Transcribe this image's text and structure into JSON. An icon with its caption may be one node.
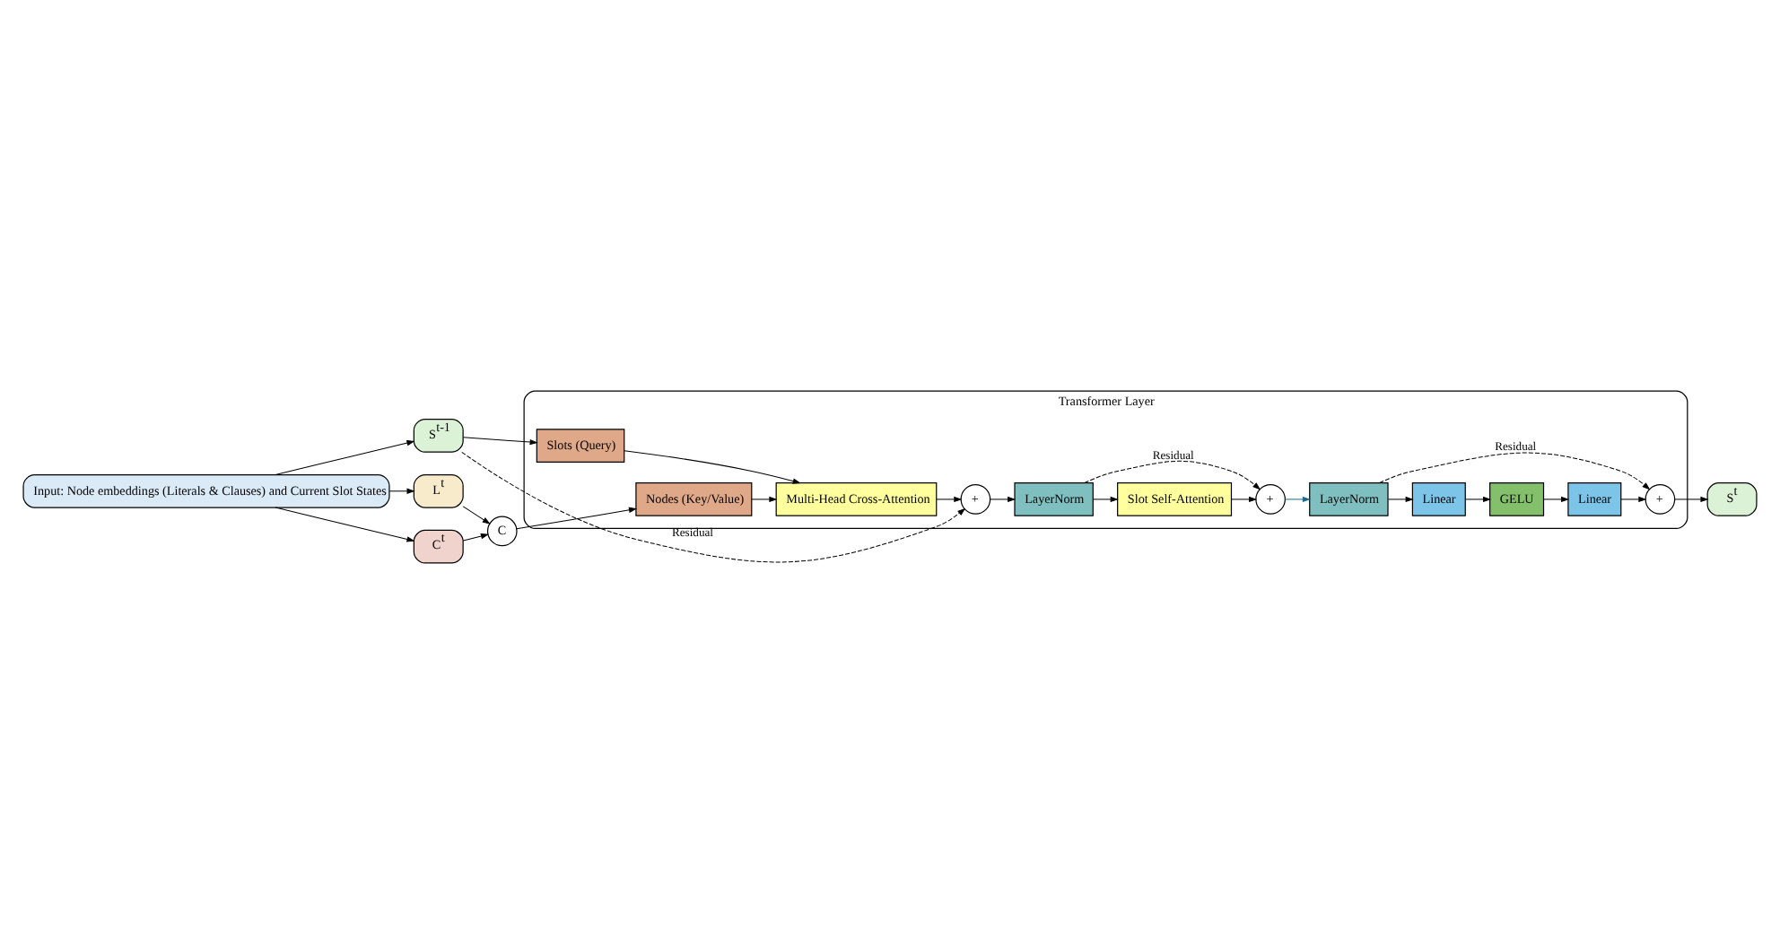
{
  "diagram": {
    "nodes": [
      {
        "text": [
          "Input: Node embeddings (Literals & Clauses) and Current Slot States"
        ]
      },
      {
        "text": [
          "S$^{t-1}$"
        ]
      },
      {
        "text": [
          "L$^{t}$"
        ]
      },
      {
        "text": [
          "C$^{t}$"
        ]
      },
      {
        "text": [
          "Transformer Layer"
        ]
      },
      {
        "text": [
          "Slots (Query)"
        ],
        "in": 4
      },
      {
        "text": [
          "C"
        ]
      },
      {
        "text": [
          "Nodes (Key/Value)"
        ],
        "in": 4
      },
      {
        "text": [
          "Multi-Head Cross-Attention"
        ],
        "in": 4
      },
      {
        "text": [
          "+"
        ],
        "in": 4
      },
      {
        "text": [
          "LayerNorm"
        ],
        "in": 4
      },
      {
        "text": [
          "Slot Self-Attention"
        ],
        "in": 4
      },
      {
        "text": [
          "+"
        ],
        "in": 4
      },
      {
        "text": [
          "LayerNorm"
        ],
        "in": 4
      },
      {
        "text": [
          "Linear"
        ],
        "in": 4
      },
      {
        "text": [
          "GELU"
        ],
        "in": 4
      },
      {
        "text": [
          "Linear"
        ],
        "in": 4
      },
      {
        "text": [
          "+"
        ],
        "in": 4
      },
      {
        "text": [
          "S$^{t}$"
        ]
      }
    ],
    "edges": [
      {
        "from": 0,
        "to": 1,
        "arrow": "to"
      },
      {
        "from": 0,
        "to": 2,
        "arrow": "to"
      },
      {
        "from": 0,
        "to": 3,
        "arrow": "to"
      },
      {
        "from": 1,
        "to": 5,
        "arrow": "to"
      },
      {
        "from": 1,
        "to": 9,
        "arrow": "to",
        "label": "Residual",
        "style": "dashed"
      },
      {
        "from": 2,
        "to": 6,
        "arrow": "to"
      },
      {
        "from": 3,
        "to": 6,
        "arrow": "to"
      },
      {
        "from": 6,
        "to": 7,
        "arrow": "to"
      },
      {
        "from": 5,
        "to": 8,
        "arrow": "to"
      },
      {
        "from": 7,
        "to": 8,
        "arrow": "to"
      },
      {
        "from": 8,
        "to": 9,
        "arrow": "to"
      },
      {
        "from": 9,
        "to": 10,
        "arrow": "to"
      },
      {
        "from": 10,
        "to": 11,
        "arrow": "to"
      },
      {
        "from": 10,
        "to": 12,
        "arrow": "to",
        "label": "Residual",
        "style": "dashed"
      },
      {
        "from": 11,
        "to": 12,
        "arrow": "to"
      },
      {
        "from": 12,
        "to": 13,
        "arrow": "to",
        "color": "#1f6a8c"
      },
      {
        "from": 13,
        "to": 14,
        "arrow": "to"
      },
      {
        "from": 14,
        "to": 15,
        "arrow": "to"
      },
      {
        "from": 15,
        "to": 16,
        "arrow": "to"
      },
      {
        "from": 16,
        "to": 17,
        "arrow": "to"
      },
      {
        "from": 13,
        "to": 17,
        "arrow": "to",
        "label": "Residual",
        "style": "dashed"
      },
      {
        "from": 17,
        "to": 18,
        "arrow": "to"
      }
    ]
  }
}
